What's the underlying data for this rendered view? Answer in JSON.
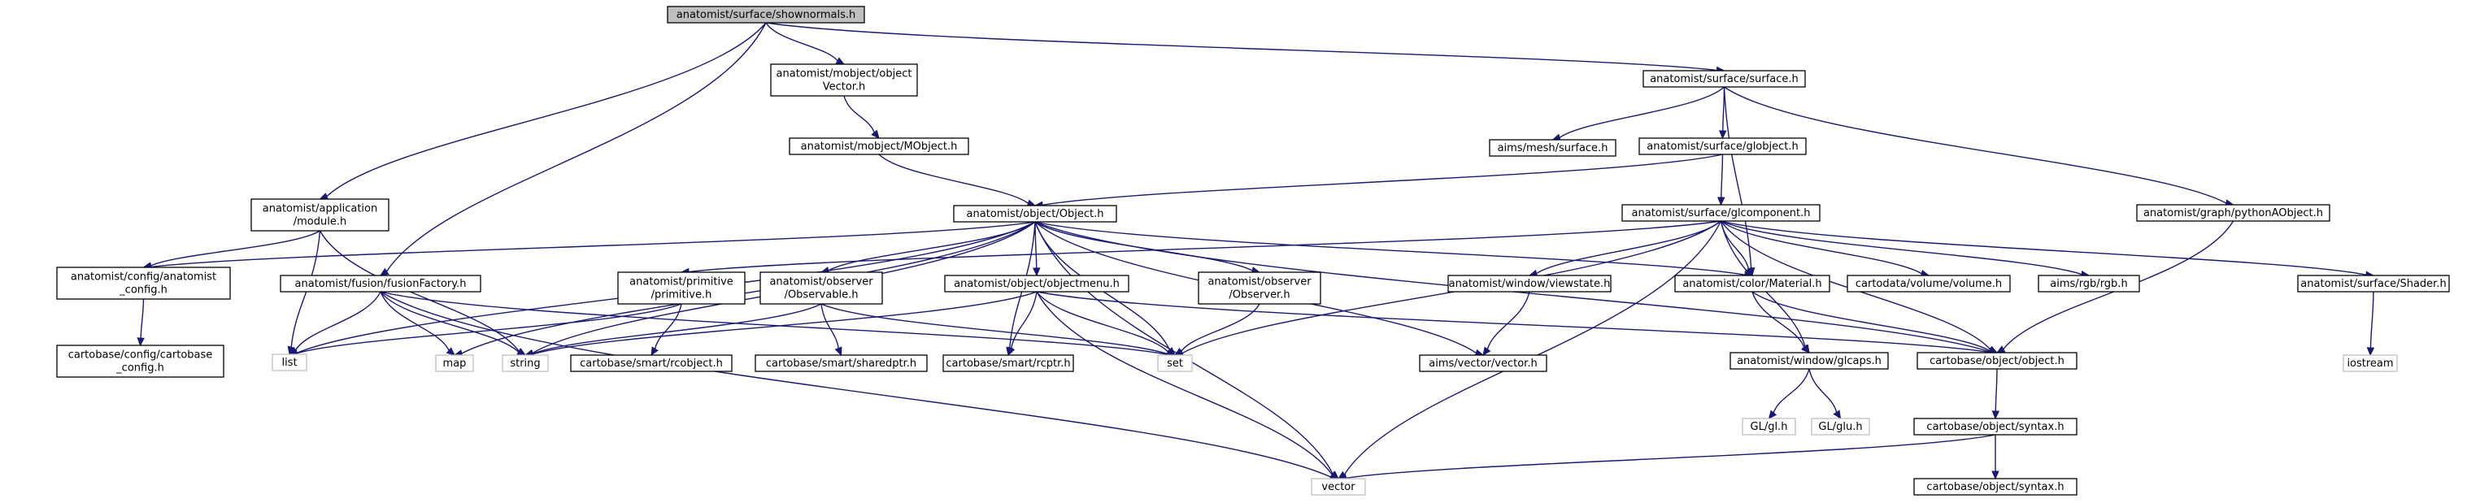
{
  "nodes": [
    {
      "id": "root",
      "kind": "root",
      "lines": [
        "anatomist/surface/shownormals.h"
      ]
    },
    {
      "id": "objvec",
      "kind": "normal",
      "lines": [
        "anatomist/mobject/object",
        "Vector.h"
      ]
    },
    {
      "id": "surface",
      "kind": "normal",
      "lines": [
        "anatomist/surface/surface.h"
      ]
    },
    {
      "id": "mobject",
      "kind": "normal",
      "lines": [
        "anatomist/mobject/MObject.h"
      ]
    },
    {
      "id": "meshsurf",
      "kind": "normal",
      "lines": [
        "aims/mesh/surface.h"
      ]
    },
    {
      "id": "globject",
      "kind": "normal",
      "lines": [
        "anatomist/surface/globject.h"
      ]
    },
    {
      "id": "module",
      "kind": "normal",
      "lines": [
        "anatomist/application",
        "/module.h"
      ]
    },
    {
      "id": "object",
      "kind": "normal",
      "lines": [
        "anatomist/object/Object.h"
      ]
    },
    {
      "id": "glcomp",
      "kind": "normal",
      "lines": [
        "anatomist/surface/glcomponent.h"
      ]
    },
    {
      "id": "pyobj",
      "kind": "normal",
      "lines": [
        "anatomist/graph/pythonAObject.h"
      ]
    },
    {
      "id": "config",
      "kind": "normal",
      "lines": [
        "anatomist/config/anatomist",
        "_config.h"
      ]
    },
    {
      "id": "fusion",
      "kind": "normal",
      "lines": [
        "anatomist/fusion/fusionFactory.h"
      ]
    },
    {
      "id": "primitive",
      "kind": "normal",
      "lines": [
        "anatomist/primitive",
        "/primitive.h"
      ]
    },
    {
      "id": "observable",
      "kind": "normal",
      "lines": [
        "anatomist/observer",
        "/Observable.h"
      ]
    },
    {
      "id": "objmenu",
      "kind": "normal",
      "lines": [
        "anatomist/object/objectmenu.h"
      ]
    },
    {
      "id": "observer",
      "kind": "normal",
      "lines": [
        "anatomist/observer",
        "/Observer.h"
      ]
    },
    {
      "id": "viewstate",
      "kind": "normal",
      "lines": [
        "anatomist/window/viewstate.h"
      ]
    },
    {
      "id": "material",
      "kind": "normal",
      "lines": [
        "anatomist/color/Material.h"
      ]
    },
    {
      "id": "volume",
      "kind": "normal",
      "lines": [
        "cartodata/volume/volume.h"
      ]
    },
    {
      "id": "rgb",
      "kind": "normal",
      "lines": [
        "aims/rgb/rgb.h"
      ]
    },
    {
      "id": "shader",
      "kind": "normal",
      "lines": [
        "anatomist/surface/Shader.h"
      ]
    },
    {
      "id": "cartoconfig",
      "kind": "normal",
      "lines": [
        "cartobase/config/cartobase",
        "_config.h"
      ]
    },
    {
      "id": "list",
      "kind": "ext",
      "lines": [
        "list"
      ]
    },
    {
      "id": "map",
      "kind": "ext",
      "lines": [
        "map"
      ]
    },
    {
      "id": "string",
      "kind": "ext",
      "lines": [
        "string"
      ]
    },
    {
      "id": "rcobject",
      "kind": "normal",
      "lines": [
        "cartobase/smart/rcobject.h"
      ]
    },
    {
      "id": "sharedptr",
      "kind": "normal",
      "lines": [
        "cartobase/smart/sharedptr.h"
      ]
    },
    {
      "id": "rcptr",
      "kind": "normal",
      "lines": [
        "cartobase/smart/rcptr.h"
      ]
    },
    {
      "id": "set",
      "kind": "ext",
      "lines": [
        "set"
      ]
    },
    {
      "id": "vector3d",
      "kind": "normal",
      "lines": [
        "aims/vector/vector.h"
      ]
    },
    {
      "id": "glcaps",
      "kind": "normal",
      "lines": [
        "anatomist/window/glcaps.h"
      ]
    },
    {
      "id": "cobject",
      "kind": "normal",
      "lines": [
        "cartobase/object/object.h"
      ]
    },
    {
      "id": "iostream",
      "kind": "ext",
      "lines": [
        "iostream"
      ]
    },
    {
      "id": "glh",
      "kind": "ext",
      "lines": [
        "GL/gl.h"
      ]
    },
    {
      "id": "gluh",
      "kind": "ext",
      "lines": [
        "GL/glu.h"
      ]
    },
    {
      "id": "syntax1",
      "kind": "normal",
      "lines": [
        "cartobase/object/syntax.h"
      ]
    },
    {
      "id": "vector",
      "kind": "ext",
      "lines": [
        "vector"
      ]
    },
    {
      "id": "syntax2",
      "kind": "normal",
      "lines": [
        "cartobase/object/syntax.h"
      ]
    }
  ],
  "edges": [
    [
      "root",
      "module"
    ],
    [
      "root",
      "objvec"
    ],
    [
      "root",
      "fusion"
    ],
    [
      "root",
      "surface"
    ],
    [
      "objvec",
      "mobject"
    ],
    [
      "mobject",
      "object"
    ],
    [
      "surface",
      "meshsurf"
    ],
    [
      "surface",
      "globject"
    ],
    [
      "surface",
      "material"
    ],
    [
      "surface",
      "pyobj"
    ],
    [
      "globject",
      "object"
    ],
    [
      "globject",
      "glcomp"
    ],
    [
      "module",
      "config"
    ],
    [
      "module",
      "list"
    ],
    [
      "module",
      "string"
    ],
    [
      "config",
      "cartoconfig"
    ],
    [
      "fusion",
      "list"
    ],
    [
      "fusion",
      "map"
    ],
    [
      "fusion",
      "string"
    ],
    [
      "fusion",
      "set"
    ],
    [
      "fusion",
      "vector"
    ],
    [
      "object",
      "config"
    ],
    [
      "object",
      "list"
    ],
    [
      "object",
      "map"
    ],
    [
      "object",
      "string"
    ],
    [
      "object",
      "observable"
    ],
    [
      "object",
      "objmenu"
    ],
    [
      "object",
      "observer"
    ],
    [
      "object",
      "rcptr"
    ],
    [
      "object",
      "set"
    ],
    [
      "object",
      "vector"
    ],
    [
      "object",
      "vector3d"
    ],
    [
      "object",
      "material"
    ],
    [
      "object",
      "cobject"
    ],
    [
      "glcomp",
      "primitive"
    ],
    [
      "glcomp",
      "set"
    ],
    [
      "glcomp",
      "viewstate"
    ],
    [
      "glcomp",
      "material"
    ],
    [
      "glcomp",
      "volume"
    ],
    [
      "glcomp",
      "rgb"
    ],
    [
      "glcomp",
      "shader"
    ],
    [
      "glcomp",
      "glcaps"
    ],
    [
      "glcomp",
      "vector"
    ],
    [
      "glcomp",
      "cobject"
    ],
    [
      "pyobj",
      "cobject"
    ],
    [
      "primitive",
      "rcobject"
    ],
    [
      "primitive",
      "list"
    ],
    [
      "observable",
      "sharedptr"
    ],
    [
      "observable",
      "string"
    ],
    [
      "observable",
      "set"
    ],
    [
      "objmenu",
      "string"
    ],
    [
      "objmenu",
      "rcptr"
    ],
    [
      "objmenu",
      "set"
    ],
    [
      "objmenu",
      "vector"
    ],
    [
      "objmenu",
      "cobject"
    ],
    [
      "observer",
      "set"
    ],
    [
      "viewstate",
      "vector3d"
    ],
    [
      "material",
      "glcaps"
    ],
    [
      "material",
      "cobject"
    ],
    [
      "shader",
      "iostream"
    ],
    [
      "glcaps",
      "glh"
    ],
    [
      "glcaps",
      "gluh"
    ],
    [
      "cobject",
      "syntax1"
    ],
    [
      "syntax1",
      "vector"
    ],
    [
      "syntax1",
      "syntax2"
    ]
  ]
}
